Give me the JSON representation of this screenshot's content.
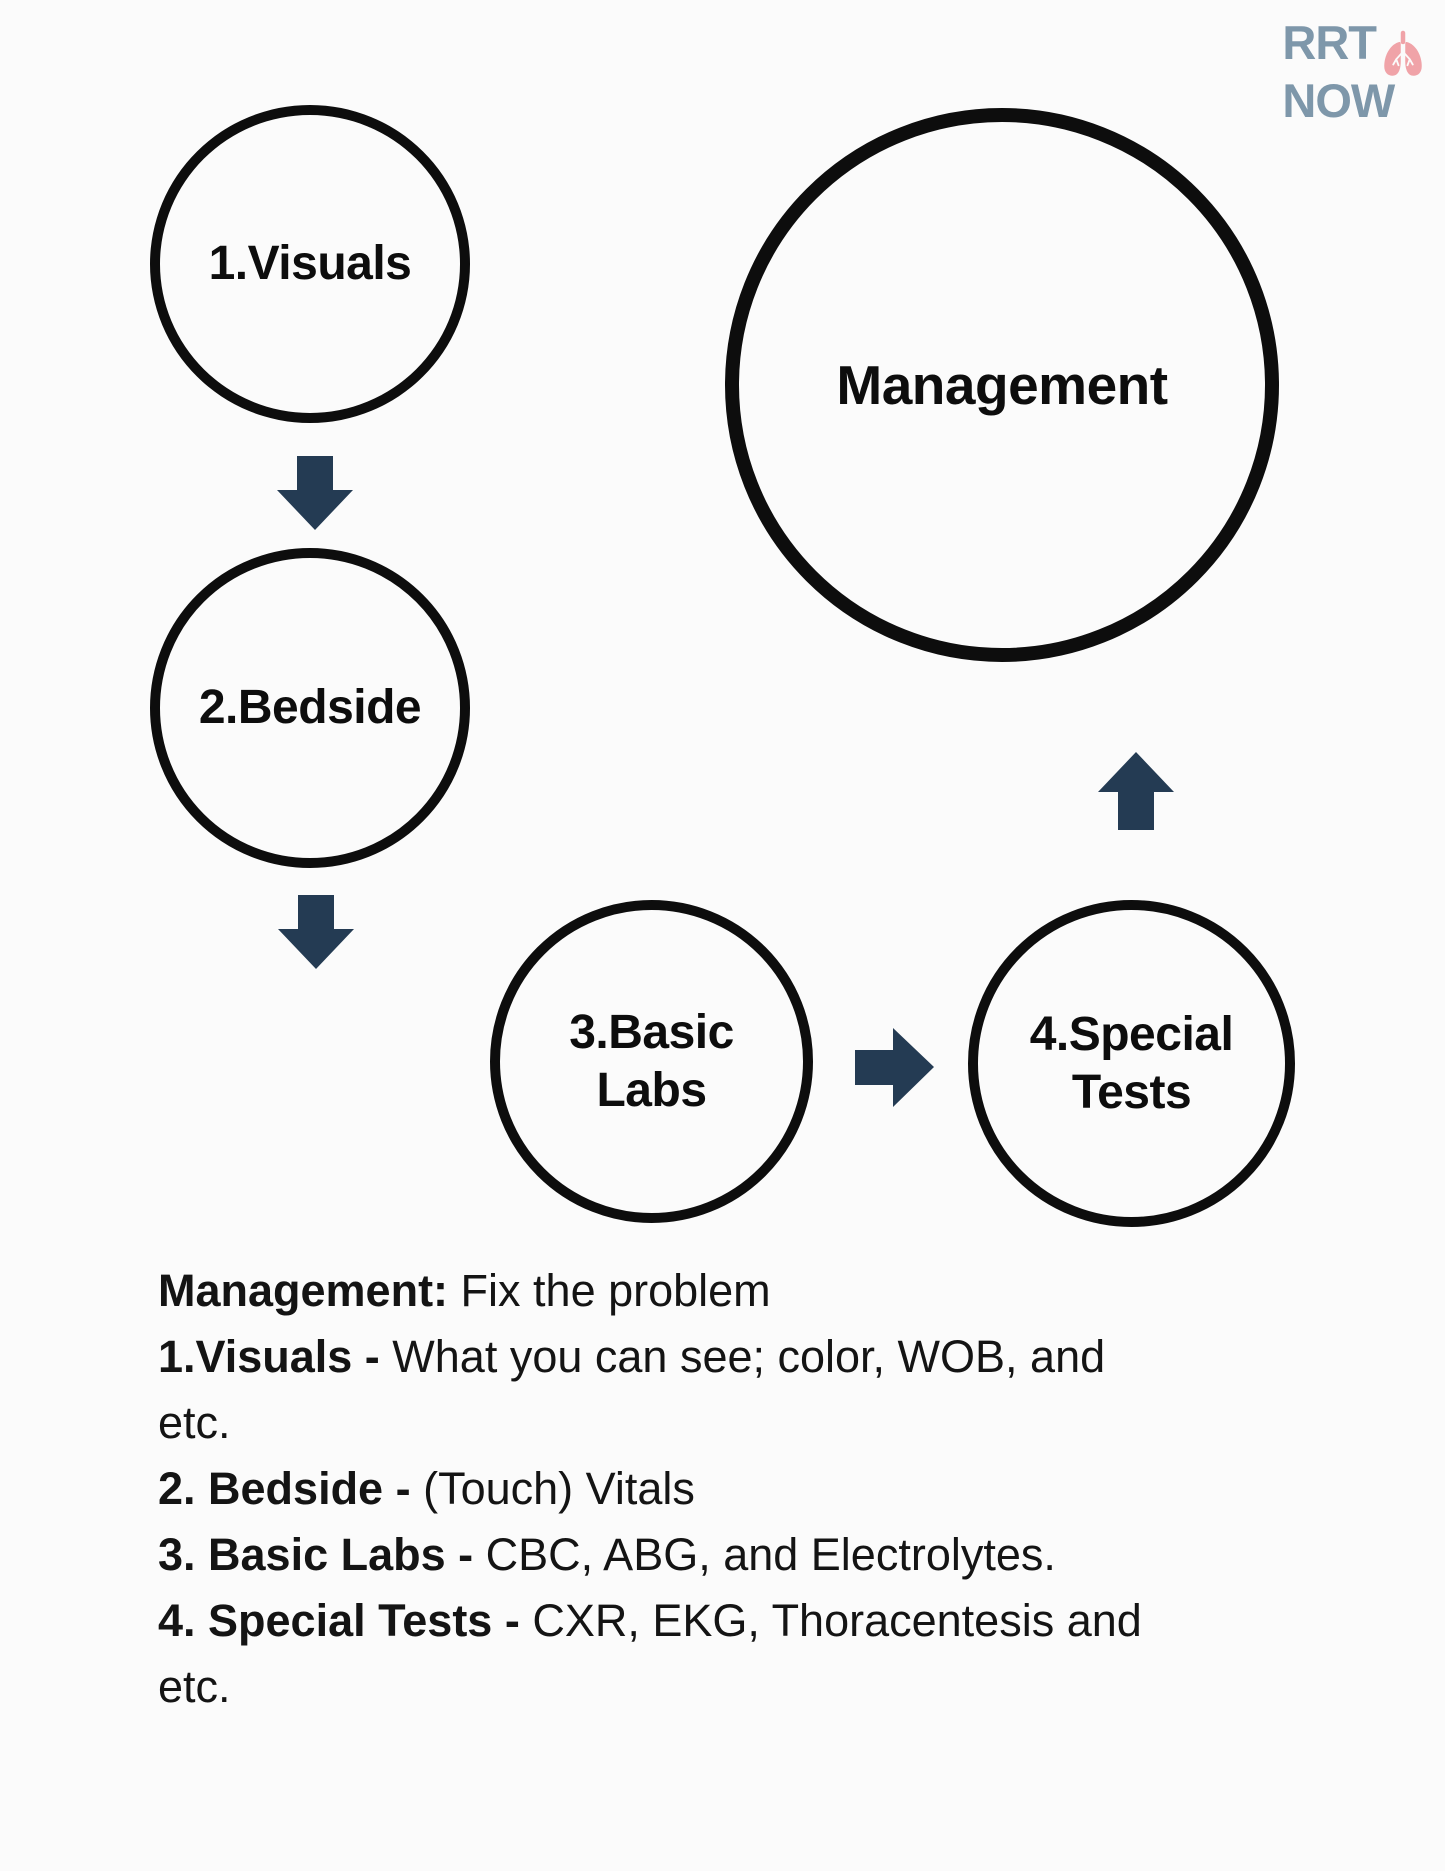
{
  "page": {
    "background": "#fbfbfb",
    "text_color": "#141414",
    "circle_border_color": "#0d0d0d",
    "arrow_color": "#243b53"
  },
  "logo": {
    "line1": "RRT",
    "line2": "NOW",
    "icon": "lungs",
    "text_color": "#7e97aa",
    "lungs_color": "#f0a3a8"
  },
  "diagram": {
    "nodes": [
      {
        "id": "visuals",
        "label": "1.Visuals"
      },
      {
        "id": "bedside",
        "label": "2.Bedside"
      },
      {
        "id": "basic_labs",
        "label": "3.Basic\nLabs"
      },
      {
        "id": "special_tests",
        "label": "4.Special\nTests"
      },
      {
        "id": "management",
        "label": "Management"
      }
    ],
    "arrows": [
      {
        "from": "visuals",
        "to": "bedside",
        "direction": "down"
      },
      {
        "from": "bedside",
        "to": "basic_labs",
        "direction": "down"
      },
      {
        "from": "basic_labs",
        "to": "special_tests",
        "direction": "right"
      },
      {
        "from": "special_tests",
        "to": "management",
        "direction": "up"
      }
    ]
  },
  "notes": {
    "management": {
      "bold": "Management:",
      "rest": " Fix the problem"
    },
    "items": [
      {
        "bold": "1.Visuals -",
        "rest": " What you can see; color, WOB, and"
      },
      {
        "bold": "",
        "rest": "etc."
      },
      {
        "bold": "2. Bedside -",
        "rest": " (Touch) Vitals"
      },
      {
        "bold": "3. Basic Labs -",
        "rest": " CBC, ABG, and Electrolytes."
      },
      {
        "bold": "4. Special Tests -",
        "rest": " CXR, EKG, Thoracentesis and"
      },
      {
        "bold": "",
        "rest": "etc."
      }
    ]
  }
}
